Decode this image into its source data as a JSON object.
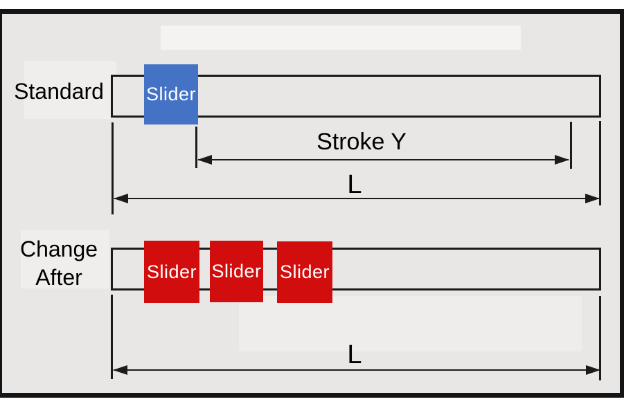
{
  "colors": {
    "background": "#e8e7e5",
    "frame": "#141414",
    "line": "#1b1b1b",
    "slider_blue": "#4472c4",
    "slider_red": "#d20d0d",
    "slider_text": "#ffffff",
    "label_text": "#000000"
  },
  "standard": {
    "label": "Standard",
    "slider": "Slider",
    "stroke_dimension": "Stroke Y",
    "length_dimension": "L"
  },
  "change_after": {
    "label_line1": "Change",
    "label_line2": "After",
    "sliders": [
      "Slider",
      "Slider",
      "Slider"
    ],
    "length_dimension": "L"
  }
}
